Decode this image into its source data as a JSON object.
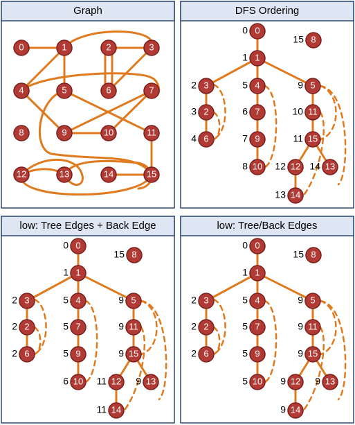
{
  "panels": [
    {
      "title": "Graph",
      "nodes": [
        "0",
        "1",
        "2",
        "3",
        "4",
        "5",
        "6",
        "7",
        "8",
        "9",
        "10",
        "11",
        "12",
        "13",
        "14",
        "15"
      ],
      "values": []
    },
    {
      "title": "DFS Ordering",
      "nodes": [
        "0",
        "1",
        "3",
        "2",
        "6",
        "4",
        "7",
        "9",
        "10",
        "5",
        "11",
        "15",
        "12",
        "13",
        "14",
        "8"
      ],
      "values": [
        "0",
        "1",
        "2",
        "3",
        "4",
        "5",
        "6",
        "7",
        "8",
        "9",
        "10",
        "11",
        "12",
        "14",
        "13",
        "15"
      ]
    },
    {
      "title": "low: Tree Edges + Back Edge",
      "nodes": [
        "0",
        "1",
        "3",
        "2",
        "6",
        "4",
        "7",
        "9",
        "10",
        "5",
        "11",
        "15",
        "12",
        "13",
        "14",
        "8"
      ],
      "values": [
        "0",
        "1",
        "2",
        "2",
        "2",
        "5",
        "5",
        "5",
        "6",
        "9",
        "9",
        "9",
        "11",
        "9",
        "11",
        "15"
      ]
    },
    {
      "title": "low: Tree/Back Edges",
      "nodes": [
        "0",
        "1",
        "3",
        "2",
        "6",
        "4",
        "7",
        "9",
        "10",
        "5",
        "11",
        "15",
        "12",
        "13",
        "14",
        "8"
      ],
      "values": [
        "0",
        "1",
        "2",
        "2",
        "2",
        "5",
        "5",
        "5",
        "5",
        "9",
        "9",
        "9",
        "9",
        "9",
        "9",
        "15"
      ]
    }
  ],
  "colors": {
    "edge": "#e07a1f",
    "node": "#b23a34",
    "header": "#dfe6f3",
    "frame": "#2f4a72"
  }
}
